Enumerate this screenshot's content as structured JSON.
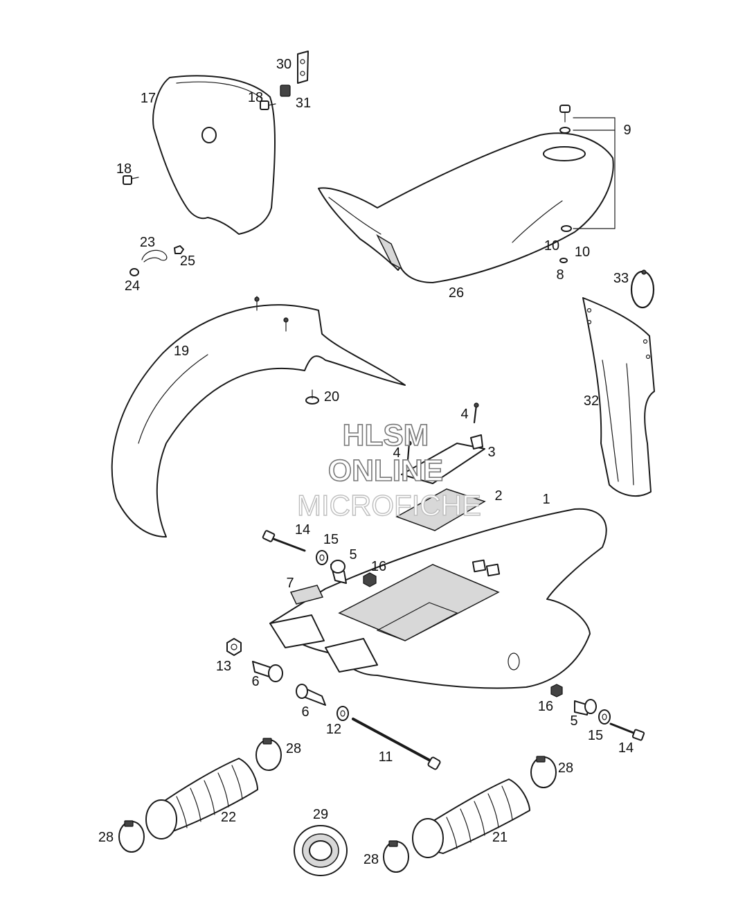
{
  "watermark": {
    "line1": "HLSM",
    "line2": "ONLINE",
    "line3": "MICROFICHE"
  },
  "callouts": [
    "1",
    "2",
    "3",
    "4",
    "4",
    "5",
    "5",
    "6",
    "6",
    "7",
    "8",
    "9",
    "10",
    "10",
    "11",
    "12",
    "13",
    "14",
    "14",
    "15",
    "15",
    "16",
    "16",
    "17",
    "18",
    "18",
    "19",
    "20",
    "21",
    "22",
    "23",
    "24",
    "25",
    "26",
    "28",
    "28",
    "28",
    "28",
    "29",
    "30",
    "31",
    "32",
    "33"
  ]
}
